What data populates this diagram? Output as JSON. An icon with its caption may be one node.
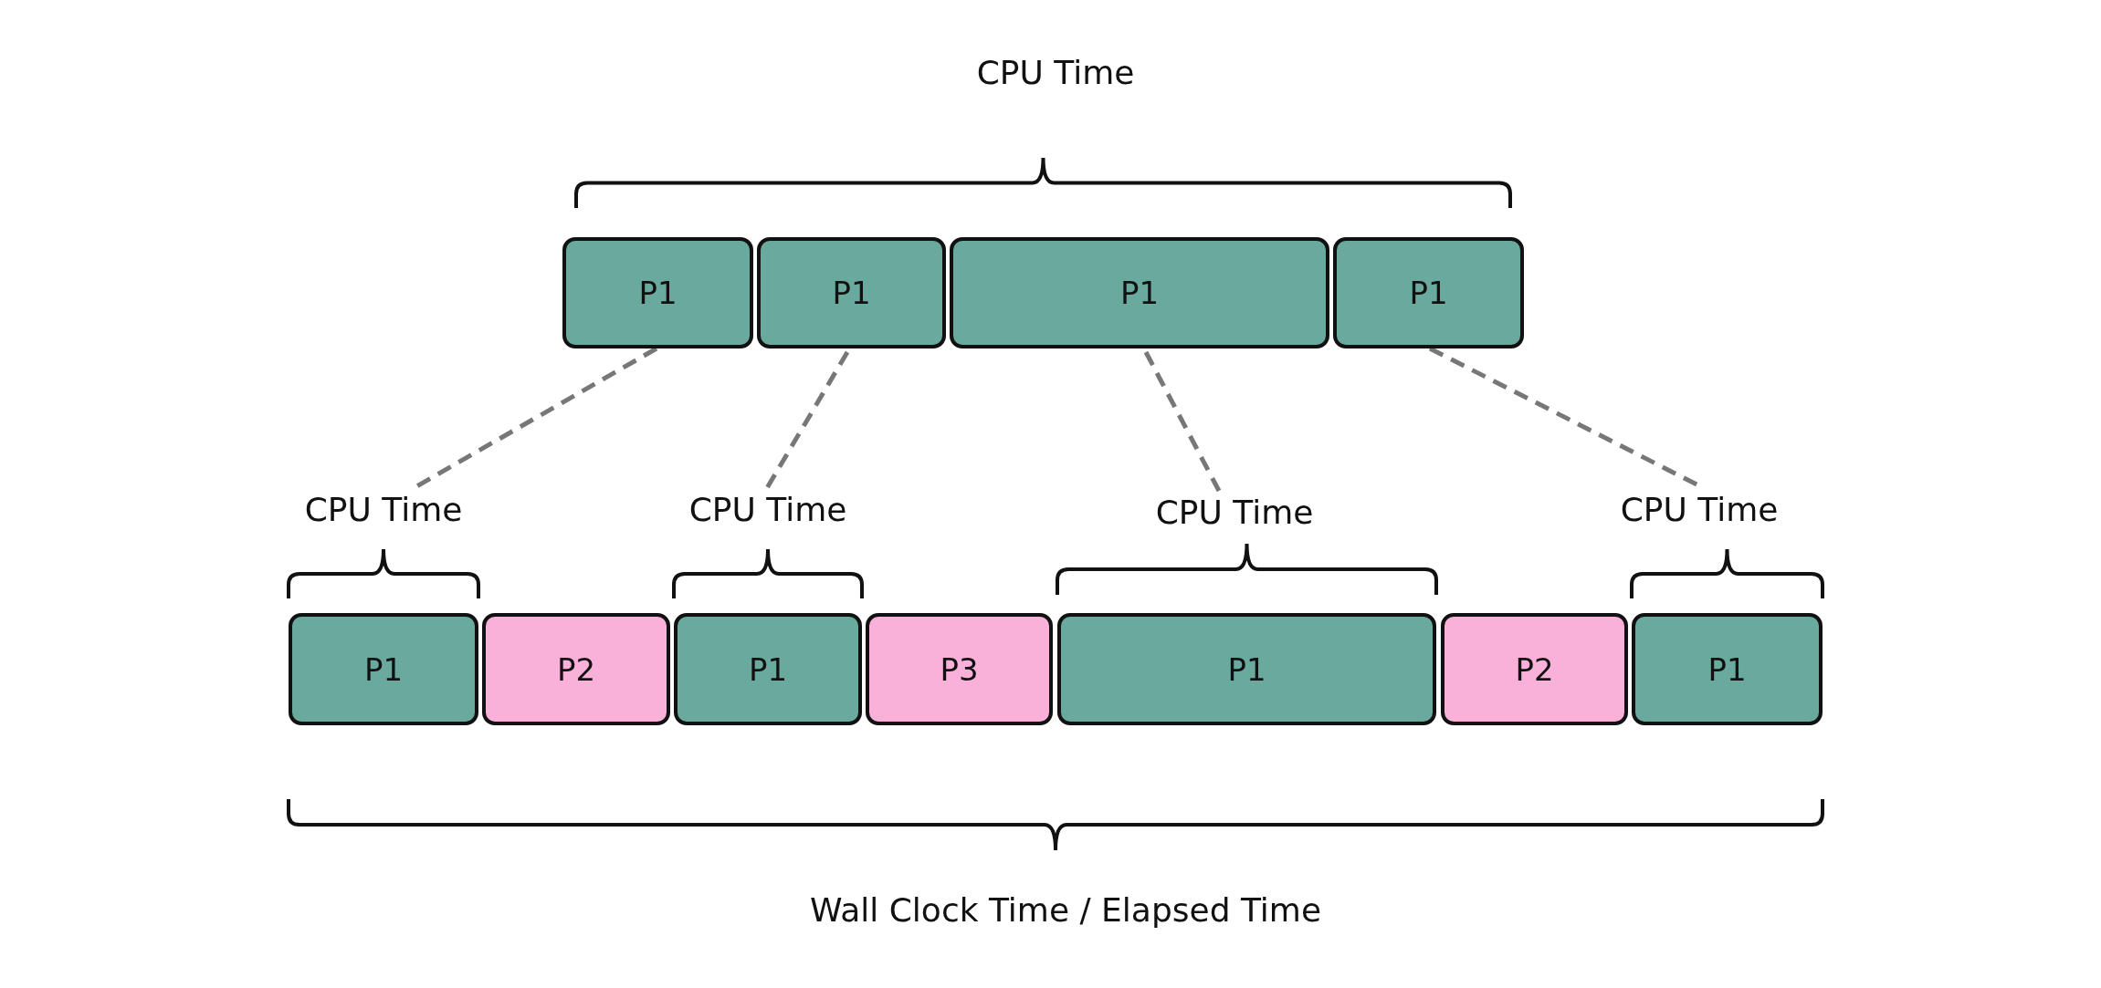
{
  "diagram": {
    "nodes": [
      {
        "text": [
          "P1"
        ]
      },
      {
        "text": [
          "P1"
        ]
      },
      {
        "text": [
          "P1"
        ]
      },
      {
        "text": [
          "P1"
        ]
      },
      {
        "text": [
          "CPU Time"
        ]
      },
      {
        "text": [
          "CPU Time"
        ]
      },
      {
        "text": [
          "CPU Time"
        ]
      },
      {
        "text": [
          "CPU Time"
        ]
      },
      {
        "text": [
          "P1"
        ]
      },
      {
        "text": [
          "P2"
        ]
      },
      {
        "text": [
          "P1"
        ]
      },
      {
        "text": [
          "P3"
        ]
      },
      {
        "text": [
          "P1"
        ]
      },
      {
        "text": [
          "P2"
        ]
      },
      {
        "text": [
          "P1"
        ]
      }
    ],
    "edges": [
      {
        "from": 0,
        "to": 4,
        "arrow": "none",
        "style": "dashed"
      },
      {
        "from": 1,
        "to": 5,
        "arrow": "none",
        "style": "dashed"
      },
      {
        "from": 2,
        "to": 6,
        "arrow": "none",
        "style": "dashed"
      },
      {
        "from": 3,
        "to": 7,
        "arrow": "none",
        "style": "dashed"
      }
    ],
    "labels": [
      "CPU Time",
      "Wall Clock Time / Elapsed Time"
    ]
  }
}
